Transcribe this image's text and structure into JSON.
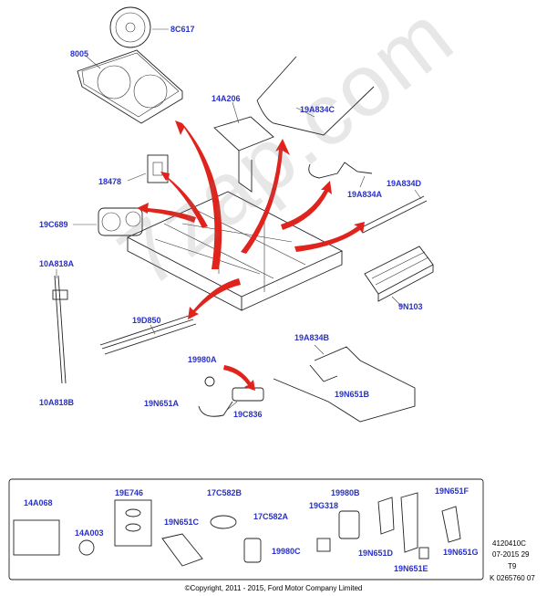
{
  "labels": {
    "l_8C617": "8C617",
    "l_8005": "8005",
    "l_14A206": "14A206",
    "l_19A834C": "19A834C",
    "l_18478": "18478",
    "l_19A834A": "19A834A",
    "l_19A834D": "19A834D",
    "l_19C689": "19C689",
    "l_10A818A": "10A818A",
    "l_9N103": "9N103",
    "l_19D850": "19D850",
    "l_19A834B": "19A834B",
    "l_19980A": "19980A",
    "l_19N651B": "19N651B",
    "l_19N651A": "19N651A",
    "l_19C836": "19C836",
    "l_10A818B": "10A818B",
    "l_14A068": "14A068",
    "l_19E746": "19E746",
    "l_17C582B": "17C582B",
    "l_19980B": "19980B",
    "l_19N651F": "19N651F",
    "l_19G318": "19G318",
    "l_19N651C": "19N651C",
    "l_17C582A": "17C582A",
    "l_14A003": "14A003",
    "l_19980C": "19980C",
    "l_19N651D": "19N651D",
    "l_19N651G": "19N651G",
    "l_19N651E": "19N651E"
  },
  "meta": {
    "line1": "4120410C",
    "line2": "07-2015 29",
    "line3": "T9",
    "line4": "K 0265760 07"
  },
  "copyright": "©Copyright, 2011 - 2015, Ford Motor Company Limited",
  "watermark": "7zap.com",
  "colors": {
    "label": "#2830c8",
    "arrow": "#e0231c"
  }
}
